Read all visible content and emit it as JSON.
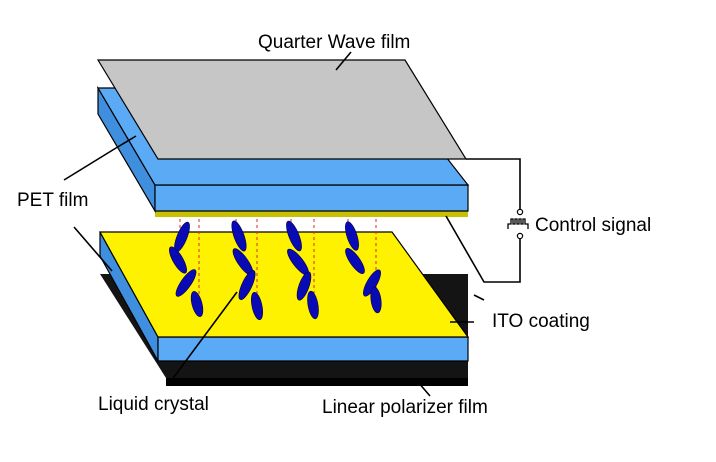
{
  "labels": {
    "quarter_wave_film": "Quarter Wave film",
    "pet_film": "PET film",
    "control_signal": "Control signal",
    "ito_coating": "ITO coating",
    "liquid_crystal": "Liquid crystal",
    "linear_polarizer_film": "Linear polarizer film"
  },
  "colors": {
    "quarter_wave_film": "#c6c6c6",
    "pet_film": "#5aaaf5",
    "ito_coating": "#fff200",
    "liquid_crystal": "#0a0ab4",
    "polarizer": "#1a1a1a",
    "field_lines": "#e2262a"
  },
  "icons": [
    "signal-source-icon"
  ]
}
